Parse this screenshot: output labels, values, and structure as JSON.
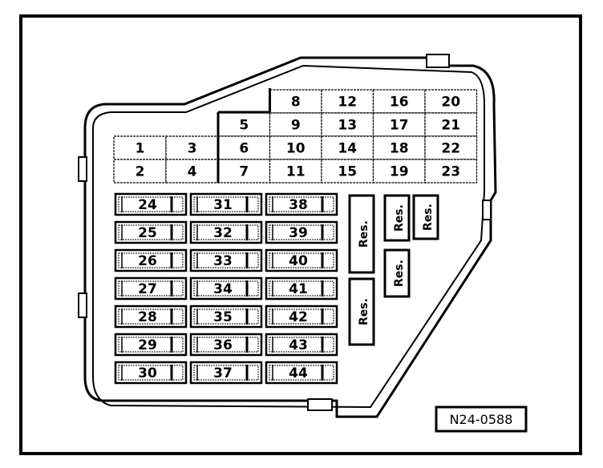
{
  "grid_top": [
    {
      "n": "8",
      "c": 1,
      "r": 0
    },
    {
      "n": "12",
      "c": 2,
      "r": 0
    },
    {
      "n": "16",
      "c": 3,
      "r": 0
    },
    {
      "n": "20",
      "c": 4,
      "r": 0
    },
    {
      "n": "5",
      "c": 0,
      "r": 1
    },
    {
      "n": "9",
      "c": 1,
      "r": 1
    },
    {
      "n": "13",
      "c": 2,
      "r": 1
    },
    {
      "n": "17",
      "c": 3,
      "r": 1
    },
    {
      "n": "21",
      "c": 4,
      "r": 1
    },
    {
      "n": "6",
      "c": 0,
      "r": 2
    },
    {
      "n": "10",
      "c": 1,
      "r": 2
    },
    {
      "n": "14",
      "c": 2,
      "r": 2
    },
    {
      "n": "18",
      "c": 3,
      "r": 2
    },
    {
      "n": "22",
      "c": 4,
      "r": 2
    },
    {
      "n": "7",
      "c": 0,
      "r": 3
    },
    {
      "n": "11",
      "c": 1,
      "r": 3
    },
    {
      "n": "15",
      "c": 2,
      "r": 3
    },
    {
      "n": "19",
      "c": 3,
      "r": 3
    },
    {
      "n": "23",
      "c": 4,
      "r": 3
    }
  ],
  "grid_left": [
    {
      "n": "1",
      "c": 0,
      "r": 2
    },
    {
      "n": "3",
      "c": 1,
      "r": 2
    },
    {
      "n": "2",
      "c": 0,
      "r": 3
    },
    {
      "n": "4",
      "c": 1,
      "r": 3
    }
  ],
  "maxi_fuses": [
    [
      "24",
      "25",
      "26",
      "27",
      "28",
      "29",
      "30"
    ],
    [
      "31",
      "32",
      "33",
      "34",
      "35",
      "36",
      "37"
    ],
    [
      "38",
      "39",
      "40",
      "41",
      "42",
      "43",
      "44"
    ]
  ],
  "reserve_label": "Res.",
  "figure_code": "N24-0588"
}
